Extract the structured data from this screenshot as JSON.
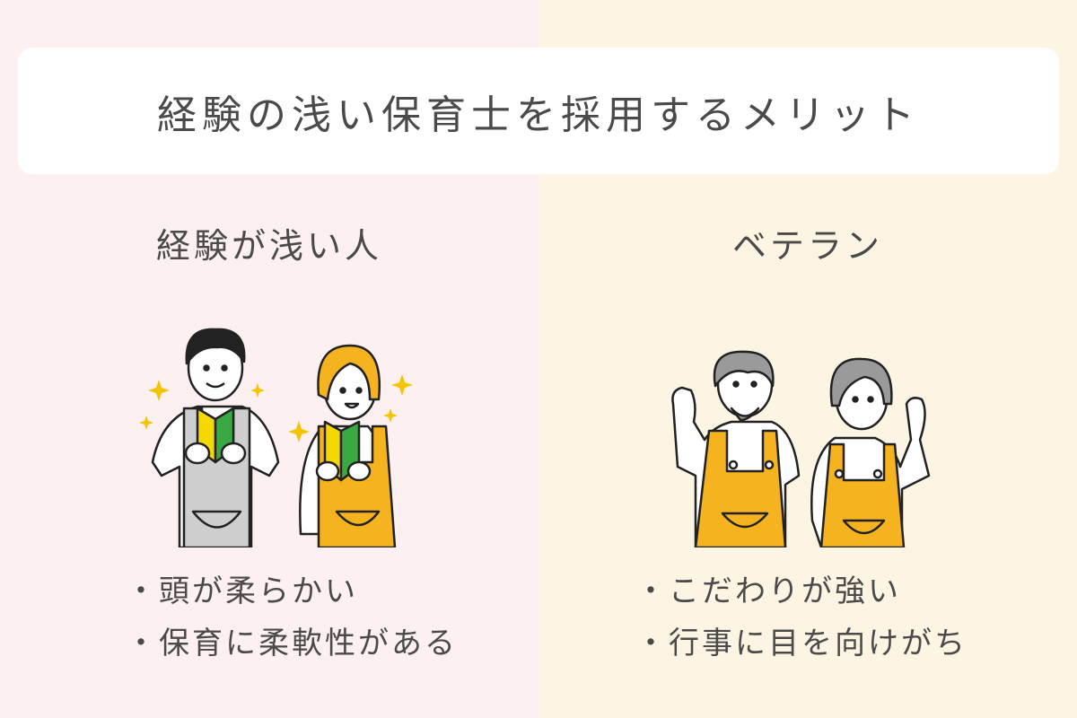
{
  "title": "経験の浅い保育士を採用するメリット",
  "colors": {
    "left_bg": "#fdf0f0",
    "right_bg": "#fdf5e4",
    "apron_yellow": "#f5b320",
    "apron_gray": "#cfcfcf",
    "leaf_yellow": "#f5d800",
    "leaf_green": "#3aa843",
    "text": "#4a4a4a"
  },
  "left": {
    "heading": "経験が浅い人",
    "illustration": "two-young-caregivers-with-beginner-marks",
    "points": [
      "頭が柔らかい",
      "保育に柔軟性がある"
    ]
  },
  "right": {
    "heading": "ベテラン",
    "illustration": "two-veteran-caregivers-with-fists-raised",
    "points": [
      "こだわりが強い",
      "行事に目を向けがち"
    ]
  }
}
